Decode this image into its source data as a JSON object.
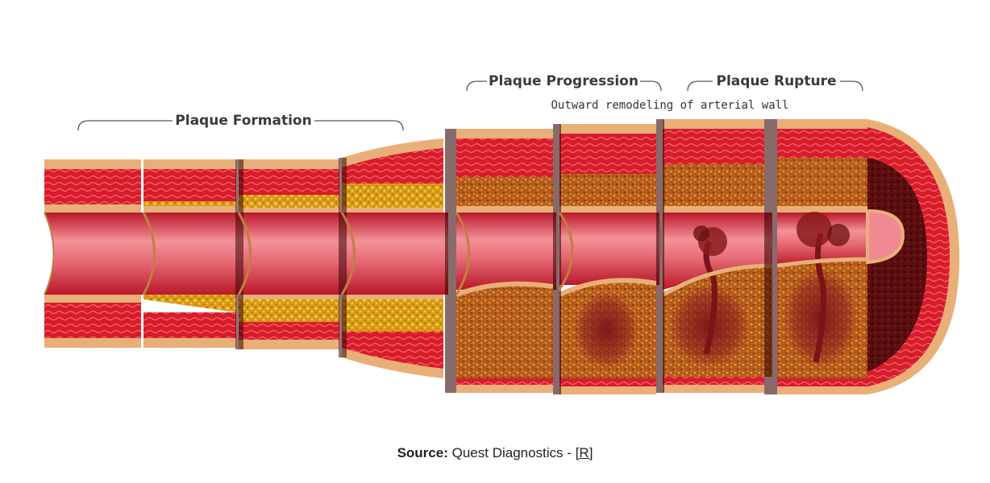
{
  "stages": {
    "formation": "Plaque Formation",
    "progression": "Plaque Progression",
    "rupture": "Plaque Rupture"
  },
  "annotation": "Outward remodeling of arterial wall",
  "source": {
    "prefix": "Source:",
    "name": "Quest Diagnostics -",
    "link": "[R]"
  },
  "colors": {
    "wall": "#d81c2c",
    "fibre": "#e9414a",
    "tan": "#e8b078",
    "lumen": "#e36b73",
    "plaque_yellow": "#e8b51c",
    "plaque_orange": "#c9741e",
    "necrotic": "#7a1418",
    "dark": "#4a0a0c"
  }
}
